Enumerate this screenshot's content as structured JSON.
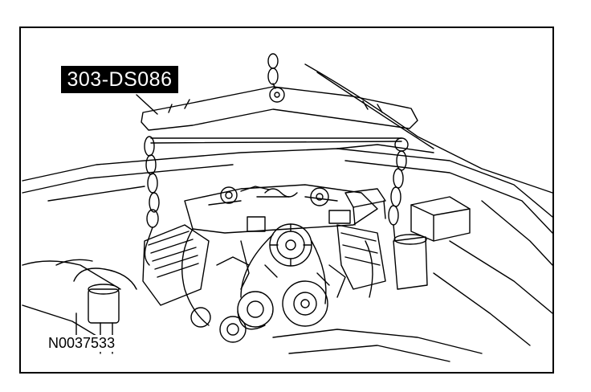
{
  "figure": {
    "tool_label": "303-DS086",
    "figure_id": "N0037533"
  },
  "colors": {
    "ink": "#000000",
    "paper": "#ffffff",
    "label_bg": "#000000",
    "label_text": "#ffffff"
  },
  "icons": [
    "lifting-bracket-icon",
    "engine-illustration",
    "chain-icon"
  ]
}
